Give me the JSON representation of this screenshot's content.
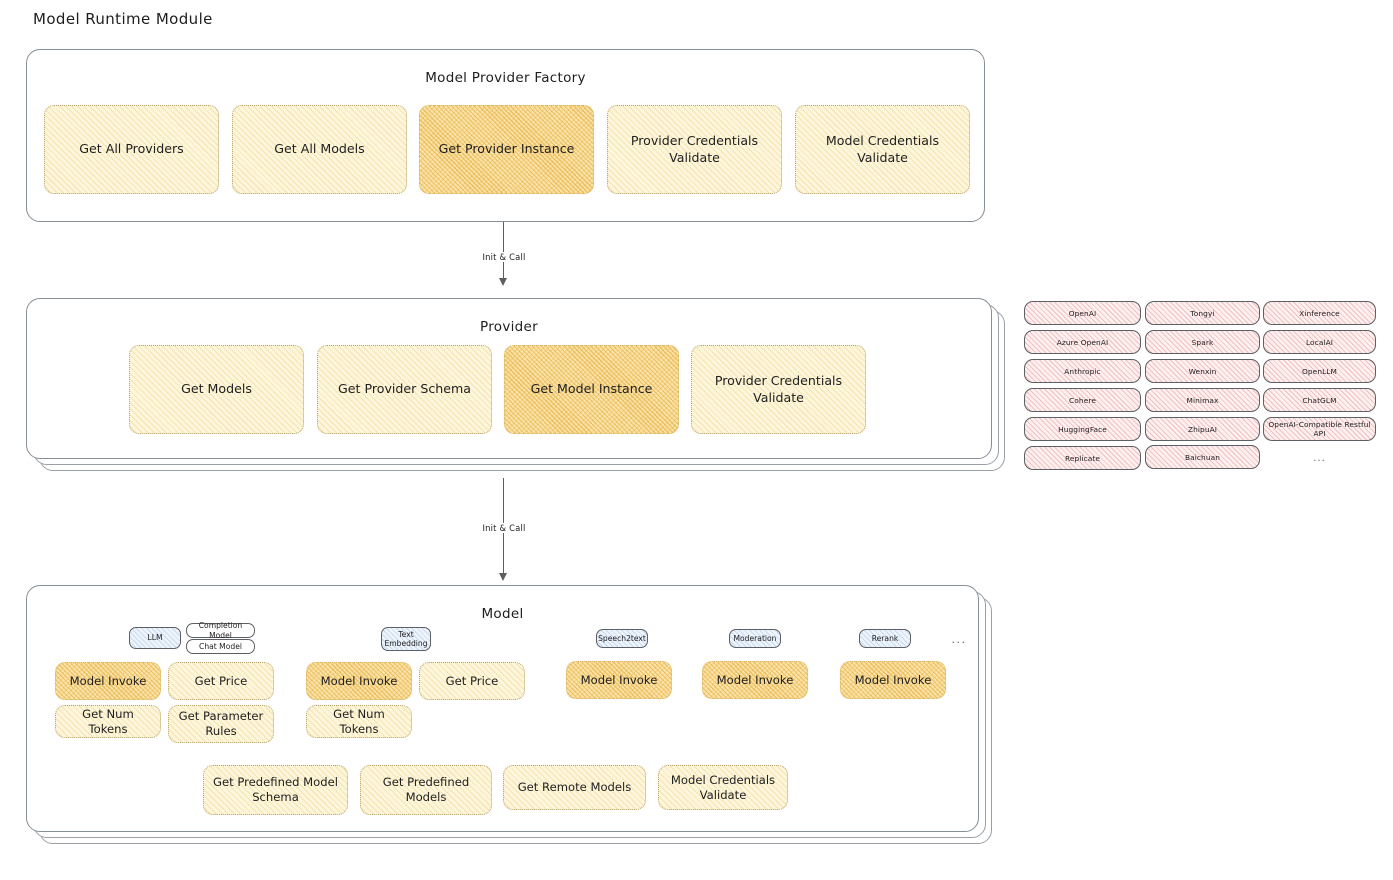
{
  "page": {
    "title": "Model Runtime Module"
  },
  "factory": {
    "title": "Model Provider Factory",
    "items": [
      {
        "label": "Get All Providers",
        "highlight": false
      },
      {
        "label": "Get All Models",
        "highlight": false
      },
      {
        "label": "Get Provider Instance",
        "highlight": true
      },
      {
        "label": "Provider Credentials Validate",
        "highlight": false
      },
      {
        "label": "Model Credentials Validate",
        "highlight": false
      }
    ]
  },
  "connector_1": {
    "label": "Init & Call"
  },
  "provider": {
    "title": "Provider",
    "items": [
      {
        "label": "Get Models",
        "highlight": false
      },
      {
        "label": "Get Provider Schema",
        "highlight": false
      },
      {
        "label": "Get Model Instance",
        "highlight": true
      },
      {
        "label": "Provider Credentials Validate",
        "highlight": false
      }
    ]
  },
  "connector_2": {
    "label": "Init & Call"
  },
  "provider_list": {
    "columns": [
      [
        "OpenAI",
        "Azure OpenAI",
        "Anthropic",
        "Cohere",
        "HuggingFace",
        "Replicate"
      ],
      [
        "Tongyi",
        "Spark",
        "Wenxin",
        "Minimax",
        "ZhipuAI",
        "Baichuan"
      ],
      [
        "Xinference",
        "LocalAI",
        "OpenLLM",
        "ChatGLM",
        "OpenAI-Compatible Restful API"
      ]
    ],
    "ellipsis": "..."
  },
  "model": {
    "title": "Model",
    "groups": [
      {
        "tag": "LLM",
        "subtags": [
          "Completion Model",
          "Chat Model"
        ],
        "ops": [
          {
            "label": "Model Invoke",
            "highlight": true
          },
          {
            "label": "Get Price",
            "highlight": false
          },
          {
            "label": "Get Num Tokens",
            "highlight": false
          },
          {
            "label": "Get Parameter Rules",
            "highlight": false
          }
        ]
      },
      {
        "tag": "Text Embedding",
        "subtags": [],
        "ops": [
          {
            "label": "Model Invoke",
            "highlight": true
          },
          {
            "label": "Get Price",
            "highlight": false
          },
          {
            "label": "Get Num Tokens",
            "highlight": false
          }
        ]
      },
      {
        "tag": "Speech2text",
        "subtags": [],
        "ops": [
          {
            "label": "Model Invoke",
            "highlight": false
          }
        ]
      },
      {
        "tag": "Moderation",
        "subtags": [],
        "ops": [
          {
            "label": "Model Invoke",
            "highlight": false
          }
        ]
      },
      {
        "tag": "Rerank",
        "subtags": [],
        "ops": [
          {
            "label": "Model Invoke",
            "highlight": false
          }
        ]
      }
    ],
    "more": "...",
    "common_ops": [
      "Get Predefined Model Schema",
      "Get Predefined Models",
      "Get Remote Models",
      "Model Credentials Validate"
    ]
  }
}
